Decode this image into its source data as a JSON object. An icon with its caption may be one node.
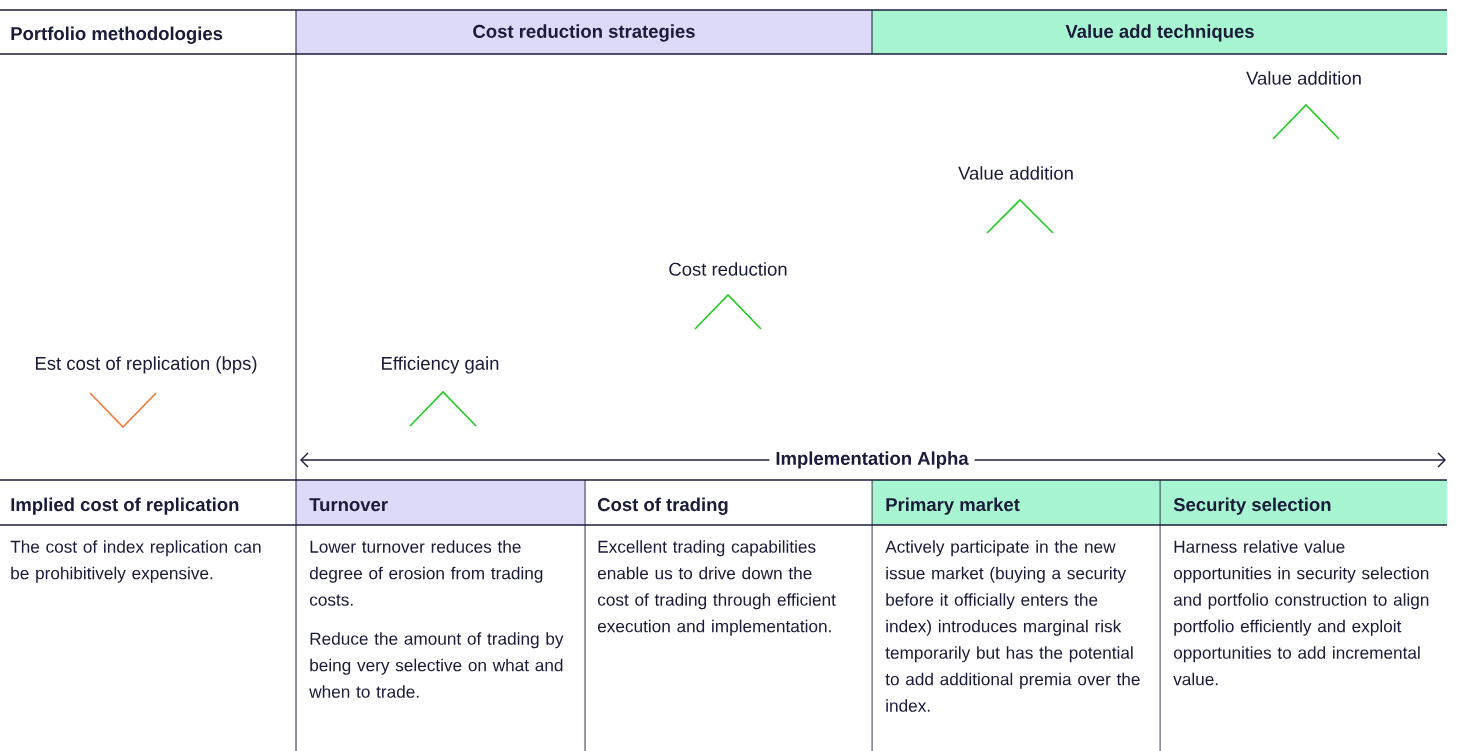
{
  "diagram": {
    "labels": [
      "Portfolio methodologies",
      "Cost reduction strategies",
      "Value add techniques",
      "Value addition",
      "Value addition",
      "Cost reduction",
      "Est cost of replication (bps)",
      "Efficiency gain",
      "Implementation Alpha",
      "Implied cost of replication",
      "Turnover",
      "Cost of trading",
      "Primary market",
      "Security selection",
      "The cost of index replication can be prohibitively expensive.",
      "Lower turnover reduces the degree of erosion from trading costs.",
      "Reduce the amount of trading by being very selective on what and when to trade.",
      "Excellent trading capabilities enable us to drive down the cost of trading through efficient execution and implementation.",
      "Actively participate in the new issue market (buying a security before it officially enters the index) introduces marginal risk temporarily but has the potential to add additional premia over the index.",
      "Harness relative value opportunities in security selection and portfolio construction to align portfolio efficiently and exploit opportunities to add incremental value."
    ]
  }
}
